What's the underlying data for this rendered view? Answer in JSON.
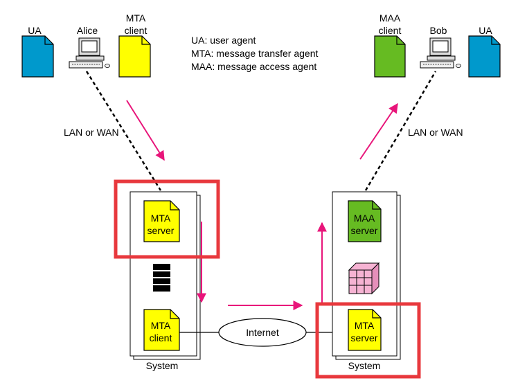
{
  "legend": {
    "ua": "UA: user agent",
    "mta": "MTA: message transfer agent",
    "maa": "MAA: message access agent"
  },
  "sender_side": {
    "ua_label": "UA",
    "user_name": "Alice",
    "mta_client_line1": "MTA",
    "mta_client_line2": "client",
    "link_label": "LAN or WAN"
  },
  "receiver_side": {
    "maa_client_line1": "MAA",
    "maa_client_line2": "client",
    "user_name": "Bob",
    "ua_label": "UA",
    "link_label": "LAN or WAN"
  },
  "left_system": {
    "mta_server_line1": "MTA",
    "mta_server_line2": "server",
    "mta_client_line1": "MTA",
    "mta_client_line2": "client",
    "label": "System"
  },
  "right_system": {
    "maa_server_line1": "MAA",
    "maa_server_line2": "server",
    "mta_server_line1": "MTA",
    "mta_server_line2": "server",
    "label": "System"
  },
  "network": {
    "label": "Internet"
  },
  "colors": {
    "ua_doc": "#0099cc",
    "mta_doc": "#ffff00",
    "maa_doc": "#66bb22",
    "arrow": "#e8157a",
    "highlight": "#e8383d",
    "mailbox": "#f6b3d3"
  }
}
